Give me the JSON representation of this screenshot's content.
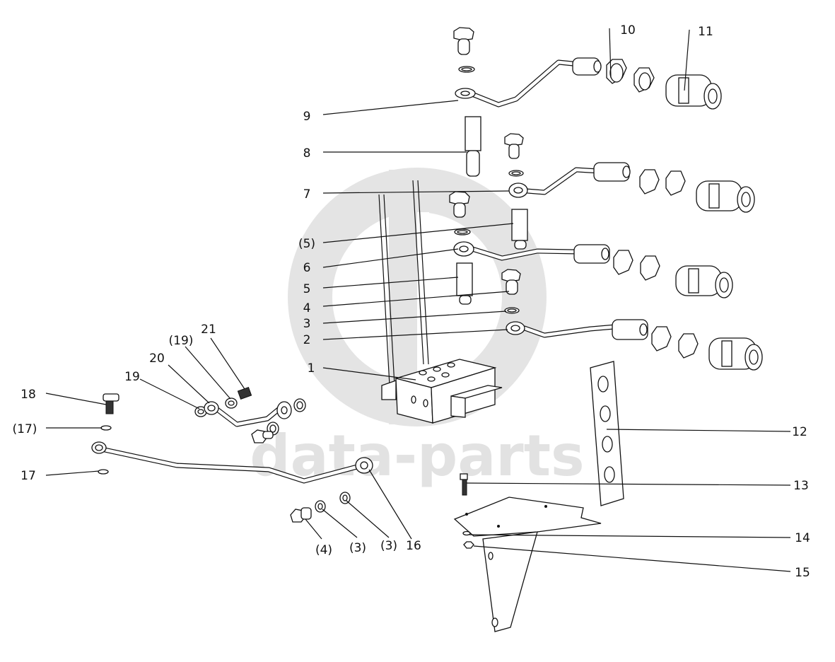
{
  "watermark": {
    "text": "data-parts"
  },
  "callouts": [
    {
      "id": "c1",
      "text": "1"
    },
    {
      "id": "c2",
      "text": "2"
    },
    {
      "id": "c3",
      "text": "3"
    },
    {
      "id": "c4",
      "text": "4"
    },
    {
      "id": "c5",
      "text": "5"
    },
    {
      "id": "c6",
      "text": "6"
    },
    {
      "id": "c5p",
      "text": "(5)"
    },
    {
      "id": "c7",
      "text": "7"
    },
    {
      "id": "c8",
      "text": "8"
    },
    {
      "id": "c9",
      "text": "9"
    },
    {
      "id": "c10",
      "text": "10"
    },
    {
      "id": "c11",
      "text": "11"
    },
    {
      "id": "c12",
      "text": "12"
    },
    {
      "id": "c13",
      "text": "13"
    },
    {
      "id": "c14",
      "text": "14"
    },
    {
      "id": "c15",
      "text": "15"
    },
    {
      "id": "c16",
      "text": "16"
    },
    {
      "id": "c3a",
      "text": "(3)"
    },
    {
      "id": "c3b",
      "text": "(3)"
    },
    {
      "id": "c4p",
      "text": "(4)"
    },
    {
      "id": "c17",
      "text": "17"
    },
    {
      "id": "c17p",
      "text": "(17)"
    },
    {
      "id": "c18",
      "text": "18"
    },
    {
      "id": "c19",
      "text": "19"
    },
    {
      "id": "c20",
      "text": "20"
    },
    {
      "id": "c19p",
      "text": "(19)"
    },
    {
      "id": "c21",
      "text": "21"
    }
  ]
}
